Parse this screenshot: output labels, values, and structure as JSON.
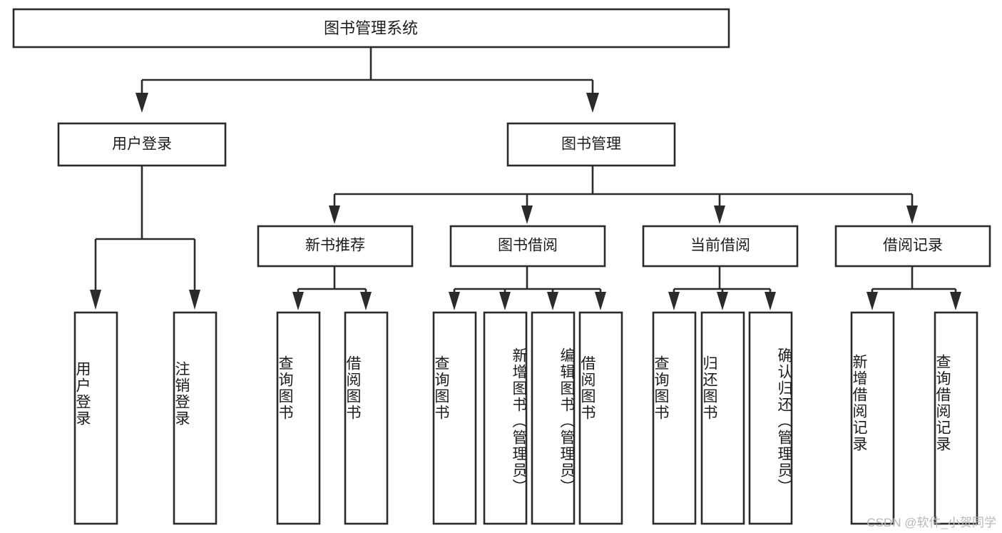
{
  "diagram": {
    "title": "图书管理系统",
    "type": "功能结构图",
    "root": {
      "label": "图书管理系统",
      "children": [
        {
          "label": "用户登录",
          "children": [
            {
              "label": "用户登录"
            },
            {
              "label": "注销登录"
            }
          ]
        },
        {
          "label": "图书管理",
          "children": [
            {
              "label": "新书推荐",
              "children": [
                {
                  "label": "查询图书"
                },
                {
                  "label": "借阅图书"
                }
              ]
            },
            {
              "label": "图书借阅",
              "children": [
                {
                  "label": "查询图书"
                },
                {
                  "label": "新增图书（管理员）"
                },
                {
                  "label": "编辑图书（管理员）"
                },
                {
                  "label": "借阅图书"
                }
              ]
            },
            {
              "label": "当前借阅",
              "children": [
                {
                  "label": "查询图书"
                },
                {
                  "label": "归还图书"
                },
                {
                  "label": "确认归还（管理员）"
                }
              ]
            },
            {
              "label": "借阅记录",
              "children": [
                {
                  "label": "新增借阅记录"
                },
                {
                  "label": "查询借阅记录"
                }
              ]
            }
          ]
        }
      ]
    }
  },
  "nodes": {
    "root": "图书管理系统",
    "user_login": "用户登录",
    "book_manage": "图书管理",
    "new_book_rec": "新书推荐",
    "book_borrow": "图书借阅",
    "current_borrow": "当前借阅",
    "borrow_record": "借阅记录",
    "leaf_user_login": "用户登录",
    "leaf_logout": "注销登录",
    "leaf_query_book_1": "查询图书",
    "leaf_borrow_book_1": "借阅图书",
    "leaf_query_book_2": "查询图书",
    "leaf_add_book_admin": "新增图书（管理员）",
    "leaf_edit_book_admin": "编辑图书（管理员）",
    "leaf_borrow_book_2": "借阅图书",
    "leaf_query_book_3": "查询图书",
    "leaf_return_book": "归还图书",
    "leaf_confirm_return_admin": "确认归还（管理员）",
    "leaf_add_record": "新增借阅记录",
    "leaf_query_record": "查询借阅记录"
  },
  "watermark": {
    "text": "CSDN @软件_小贺同学"
  },
  "colors": {
    "stroke": "#2b2b2b",
    "text": "#1c1c1c",
    "background": "#ffffff",
    "watermark": "#b9b9b9"
  }
}
